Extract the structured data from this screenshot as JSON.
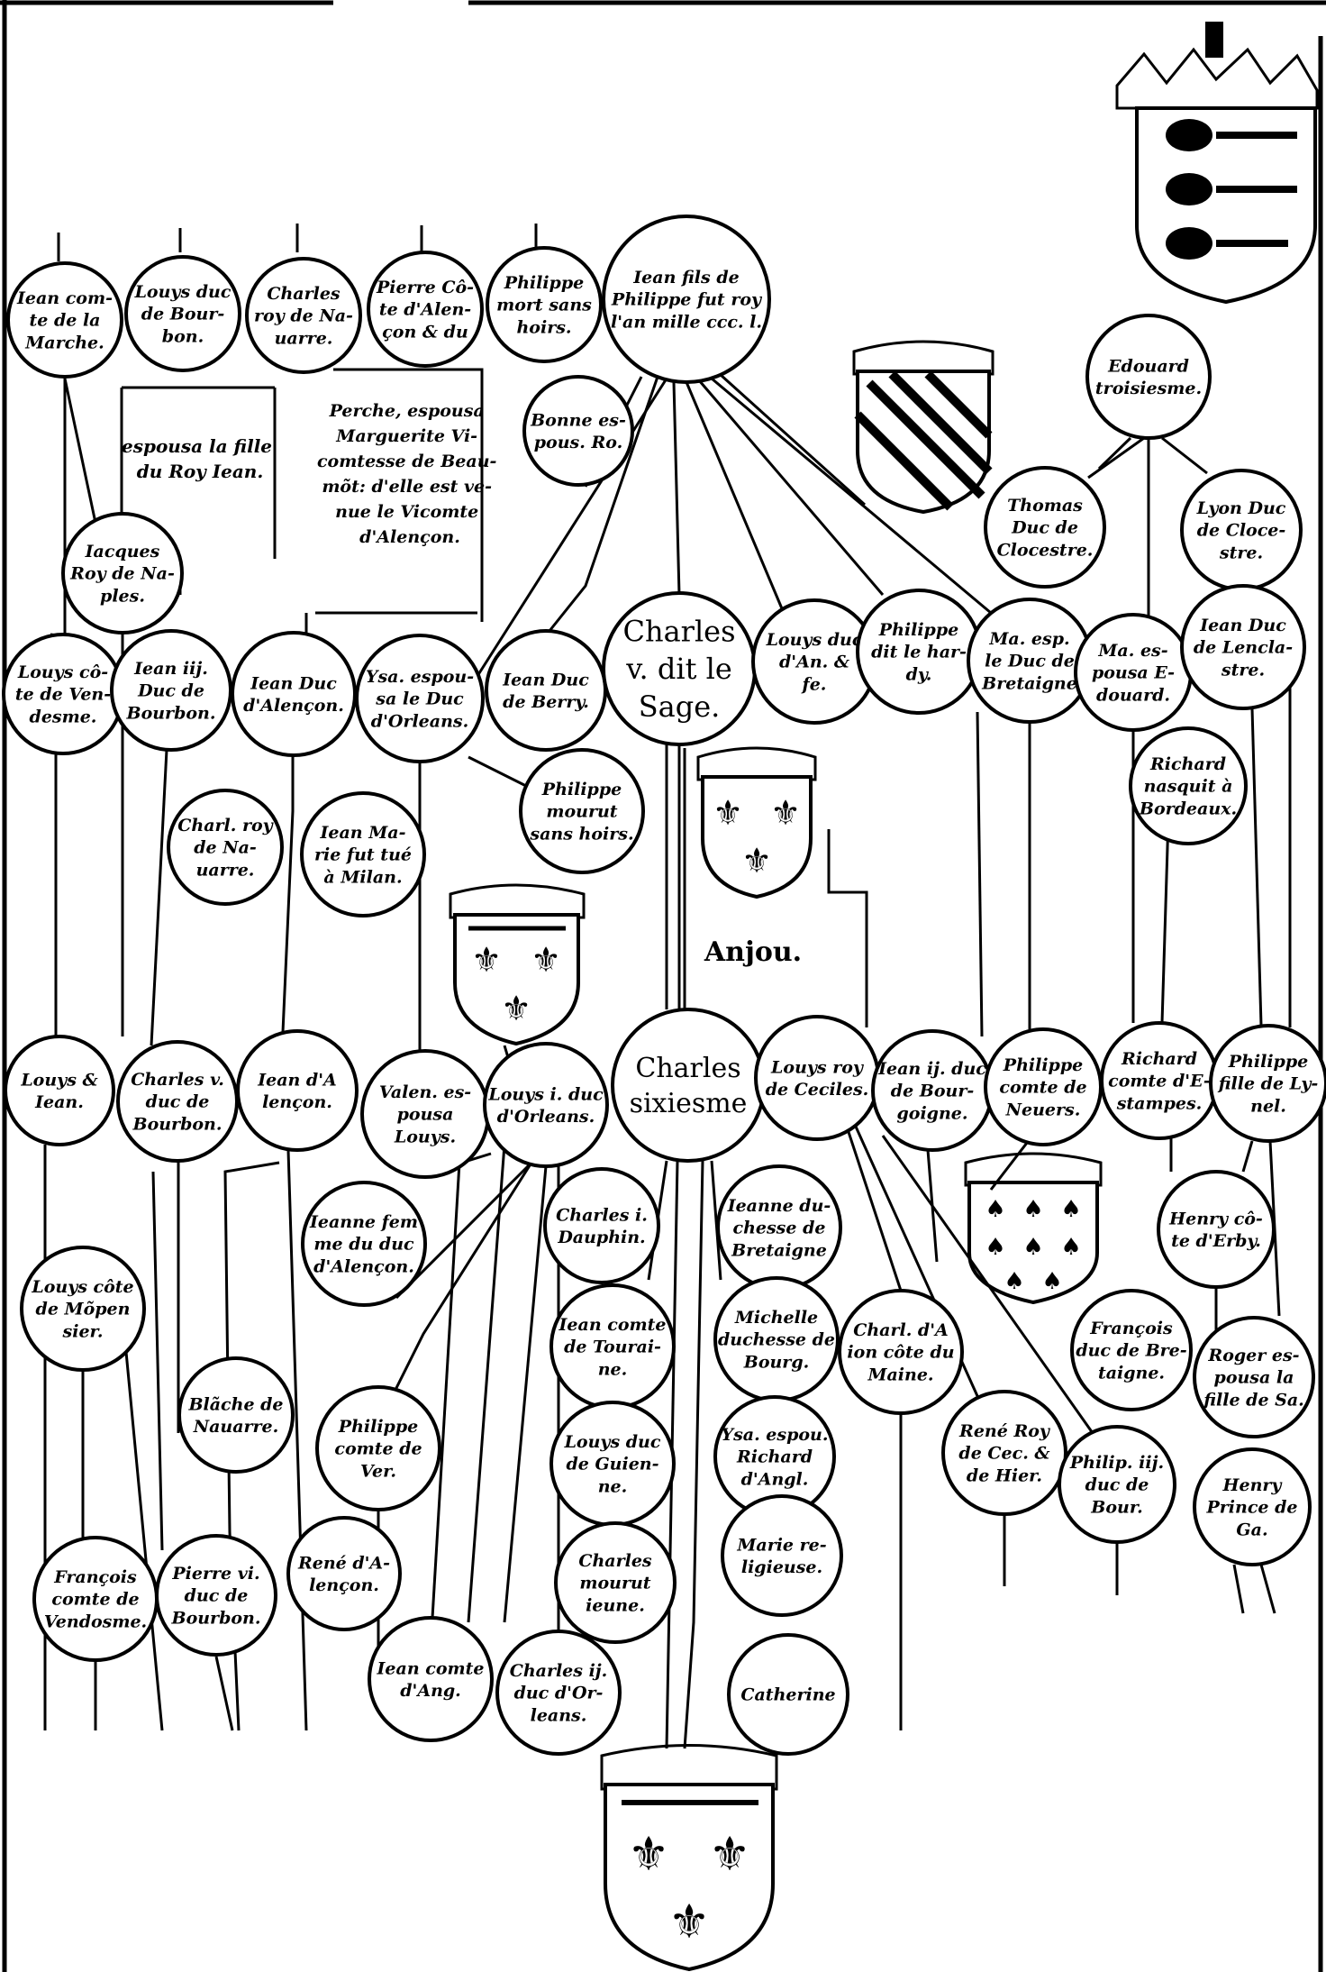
{
  "nodes": {
    "jean_marche": [
      "Iean com-",
      "te de la",
      "Marche."
    ],
    "louys_bourbon": [
      "Louys duc",
      "de Bour-",
      "bon."
    ],
    "charles_navarre": [
      "Charles",
      "roy de Na-",
      "uarre."
    ],
    "pierre_alencon": [
      "Pierre Cô-",
      "te d'Alen-",
      "çon & du"
    ],
    "philippe_mort": [
      "Philippe",
      "mort sans",
      "hoirs."
    ],
    "jean_fils": [
      "Iean fils de",
      "Philippe fut roy",
      "l'an mille ccc. l."
    ],
    "bonne": [
      "Bonne es-",
      "pous. Ro."
    ],
    "edouard": [
      "Edouard",
      "troisiesme."
    ],
    "jacques": [
      "Iacques",
      "Roy de Na-",
      "ples."
    ],
    "thomas": [
      "Thomas",
      "Duc de",
      "Clocestre."
    ],
    "lyon": [
      "Lyon Duc",
      "de Cloce-",
      "stre."
    ],
    "louys_vendosme": [
      "Louys cô-",
      "te de Ven-",
      "desme."
    ],
    "jean_iii_bourbon": [
      "Iean iij.",
      "Duc de",
      "Bourbon."
    ],
    "jean_alencon": [
      "Iean Duc",
      "d'Alençon."
    ],
    "ysa": [
      "Ysa. espou-",
      "sa le Duc",
      "d'Orleans."
    ],
    "jean_berry": [
      "Iean Duc",
      "de Berry."
    ],
    "charles_v": [
      "Charles",
      "v. dit le",
      "Sage."
    ],
    "louys_anjou": [
      "Louys duc",
      "d'An. &",
      "fe."
    ],
    "philippe_hardy": [
      "Philippe",
      "dit le har-",
      "dy."
    ],
    "ma_bretaigne": [
      "Ma. esp.",
      "le Duc de",
      "Bretaigne"
    ],
    "ma_edouard": [
      "Ma. es-",
      "pousa E-",
      "douard."
    ],
    "jean_lenclastre": [
      "Iean Duc",
      "de Lencla-",
      "stre."
    ],
    "richard_bordeaux": [
      "Richard",
      "nasquit à",
      "Bordeaux."
    ],
    "charl_navarre": [
      "Charl. roy",
      "de Na-",
      "uarre."
    ],
    "jean_marie": [
      "Iean Ma-",
      "rie fut tué",
      "à Milan."
    ],
    "philippe_mourut": [
      "Philippe",
      "mourut",
      "sans hoirs."
    ],
    "louys_jean": [
      "Louys &",
      "Iean."
    ],
    "charles_v_bourbon": [
      "Charles v.",
      "duc de",
      "Bourbon."
    ],
    "jean_alencon2": [
      "Iean d'A",
      "lençon."
    ],
    "valen": [
      "Valen. es-",
      "pousa",
      "Louys."
    ],
    "louys_orleans": [
      "Louys i. duc",
      "d'Orleans."
    ],
    "charles_vi": [
      "Charles",
      "sixiesme"
    ],
    "louys_cecile": [
      "Louys roy",
      "de Ceciles."
    ],
    "jean_bourgoigne": [
      "Iean ij. duc",
      "de Bour-",
      "goigne."
    ],
    "philippe_nevers": [
      "Philippe",
      "comte de",
      "Neuers."
    ],
    "richard_estampes": [
      "Richard",
      "comte d'E-",
      "stampes."
    ],
    "philippe_lyonel": [
      "Philippe",
      "fille de Ly-",
      "nel."
    ],
    "jeanne_alencon": [
      "Ieanne fem",
      "me du duc",
      "d'Alençon."
    ],
    "charles_dauphin": [
      "Charles i.",
      "Dauphin."
    ],
    "jeanne_bretaigne": [
      "Ieanne du-",
      "chesse de",
      "Bretaigne"
    ],
    "henry_erby": [
      "Henry cô-",
      "te d'Erby."
    ],
    "louys_montpensier": [
      "Louys côte",
      "de Mõpen",
      "sier."
    ],
    "jean_touraine": [
      "Iean comte",
      "de Tourai-",
      "ne."
    ],
    "michelle": [
      "Michelle",
      "duchesse de",
      "Bourg."
    ],
    "charl_maine": [
      "Charl. d'A",
      "ion côte du",
      "Maine."
    ],
    "francois_bretaigne": [
      "François",
      "duc de Bre-",
      "taigne."
    ],
    "roger": [
      "Roger es-",
      "pousa la",
      "fille de Sa."
    ],
    "blanche": [
      "Blãche de",
      "Nauarre."
    ],
    "philippe_ver": [
      "Philippe",
      "comte de",
      "Ver."
    ],
    "louys_guienne": [
      "Louys duc",
      "de Guien-",
      "ne."
    ],
    "ysa_richard": [
      "Ysa. espou.",
      "Richard",
      "d'Angl."
    ],
    "rene": [
      "René Roy",
      "de Cec. &",
      "de Hier."
    ],
    "philip_iii": [
      "Philip. iij.",
      "duc de",
      "Bour."
    ],
    "henry_galles": [
      "Henry",
      "Prince de",
      "Ga."
    ],
    "francois_vendosme": [
      "François",
      "comte de",
      "Vendosme."
    ],
    "pierre_vi": [
      "Pierre vi.",
      "duc de",
      "Bourbon."
    ],
    "rene_alencon": [
      "René d'A-",
      "lençon."
    ],
    "charles_mourut": [
      "Charles",
      "mourut",
      "ieune."
    ],
    "marie": [
      "Marie re-",
      "ligieuse."
    ],
    "jean_ang": [
      "Iean comte",
      "d'Ang."
    ],
    "charles_ii_orleans": [
      "Charles ij.",
      "duc d'Or-",
      "leans."
    ],
    "catherine": [
      "Catherine"
    ]
  },
  "notes": {
    "navarre_note": [
      "espousa la fille",
      "du Roy Iean."
    ],
    "perche_note": [
      "Perche, espousa",
      "Marguerite Vi-",
      "comtesse de Beau-",
      "mõt: d'elle est ve-",
      "nue le Vicomte",
      "d'Alençon."
    ]
  },
  "label_anjou": "Anjou.",
  "icons": {
    "shield_bend": "heraldic-shield-bend-icon",
    "shield_lions": "heraldic-shield-lions-icon",
    "shield_fleur": "heraldic-shield-fleur-de-lis-icon",
    "shield_ermine": "heraldic-shield-ermine-icon",
    "crown": "crown-icon"
  }
}
